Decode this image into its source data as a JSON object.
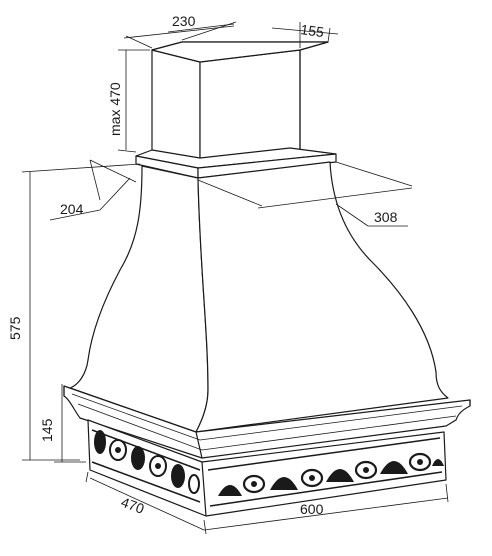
{
  "figure": {
    "dimensions": {
      "duct_width": "230",
      "duct_depth": "155",
      "duct_height": "max 470",
      "total_height": "575",
      "collar_depth": "204",
      "collar_width": "308",
      "base_height": "145",
      "hood_depth": "470",
      "hood_width": "600"
    }
  }
}
